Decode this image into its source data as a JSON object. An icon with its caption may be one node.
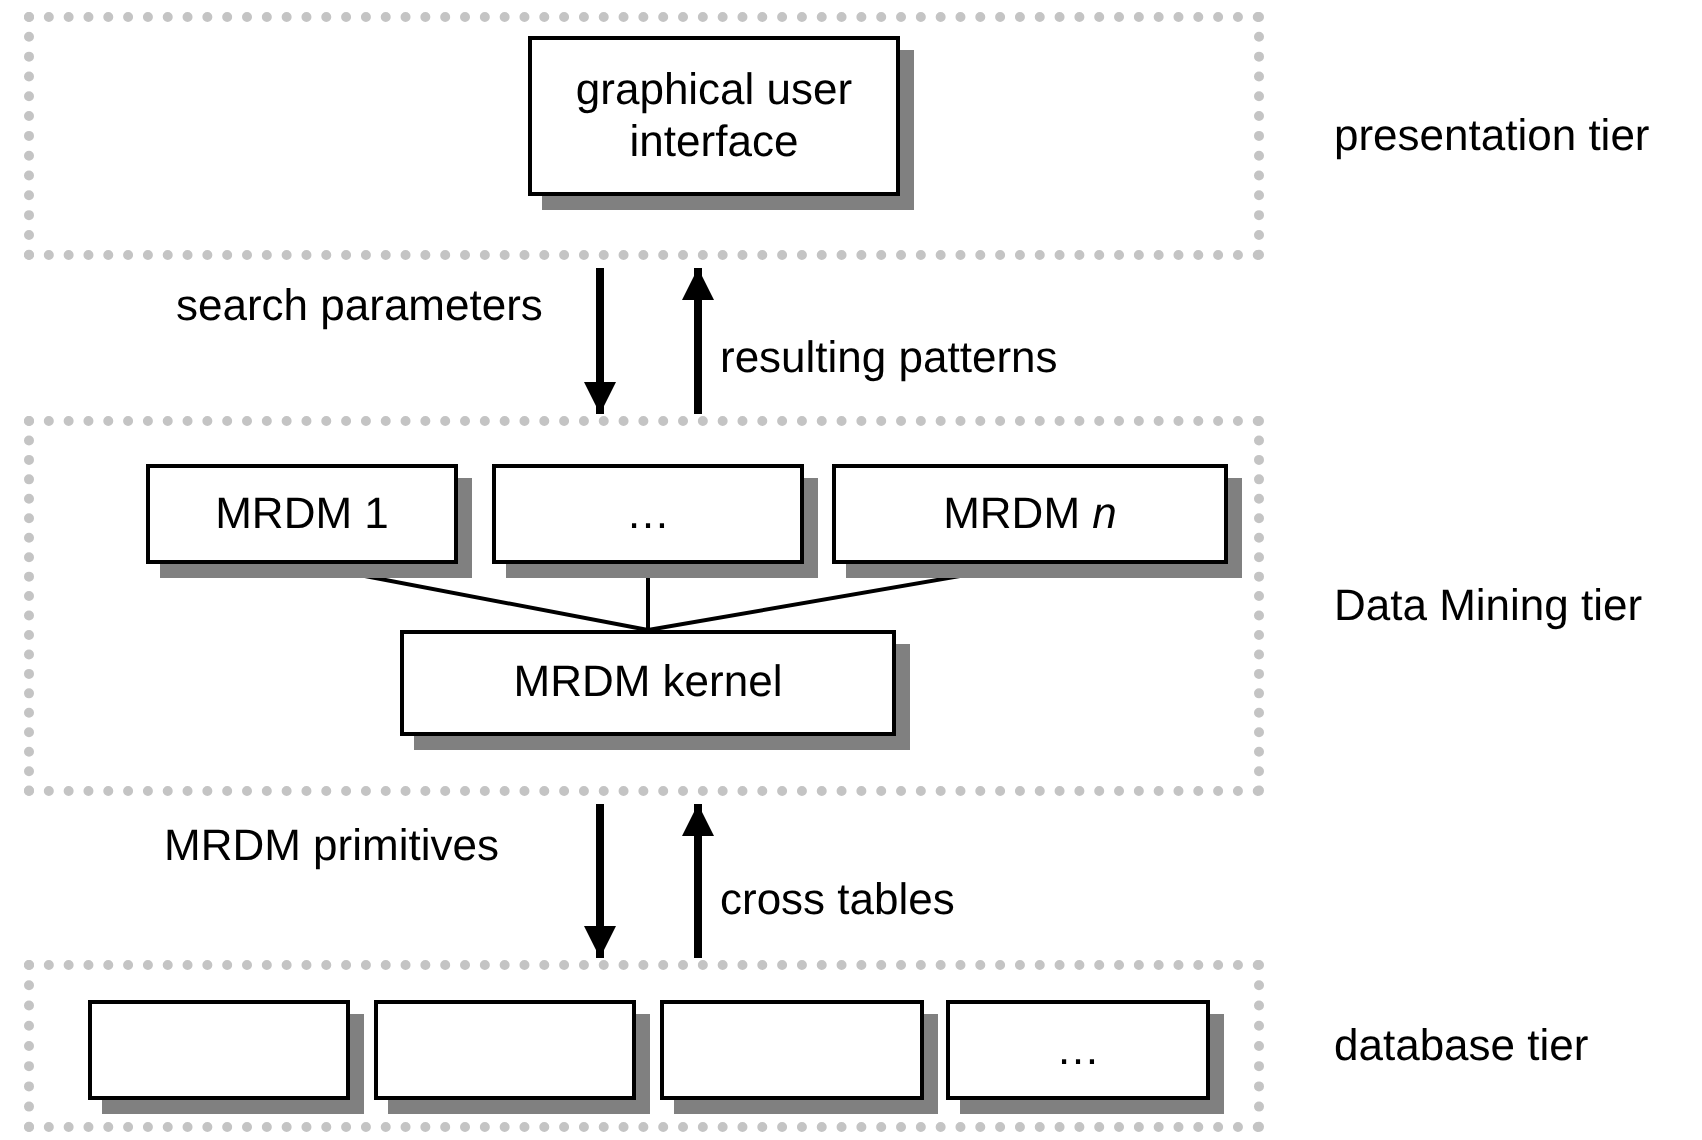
{
  "diagram": {
    "nodes": [
      {
        "text": [
          "presentation tier"
        ]
      },
      {
        "text": [
          "graphical user interface"
        ],
        "in": 0
      },
      {
        "text": [
          "Data Mining tier"
        ]
      },
      {
        "text": [
          "MRDM 1"
        ],
        "in": 2
      },
      {
        "text": [
          "…"
        ],
        "in": 2
      },
      {
        "text": [
          "MRDM *n*"
        ],
        "in": 2
      },
      {
        "text": [
          "MRDM kernel"
        ],
        "in": 2
      },
      {
        "text": [
          "database tier"
        ]
      },
      {
        "text": [],
        "shape": "box",
        "in": 7
      },
      {
        "text": [],
        "shape": "box",
        "in": 7
      },
      {
        "text": [],
        "shape": "box",
        "in": 7
      },
      {
        "text": [
          "…"
        ],
        "in": 7
      }
    ],
    "edges": [
      {
        "from": 0,
        "to": 2,
        "arrow": "to",
        "label": "search parameters"
      },
      {
        "from": 2,
        "to": 0,
        "arrow": "to",
        "label": "resulting patterns"
      },
      {
        "from": 3,
        "to": 6,
        "arrow": "none"
      },
      {
        "from": 4,
        "to": 6,
        "arrow": "none"
      },
      {
        "from": 5,
        "to": 6,
        "arrow": "none"
      },
      {
        "from": 2,
        "to": 7,
        "arrow": "to",
        "label": "MRDM primitives"
      },
      {
        "from": 7,
        "to": 2,
        "arrow": "to",
        "label": "cross tables"
      }
    ]
  }
}
